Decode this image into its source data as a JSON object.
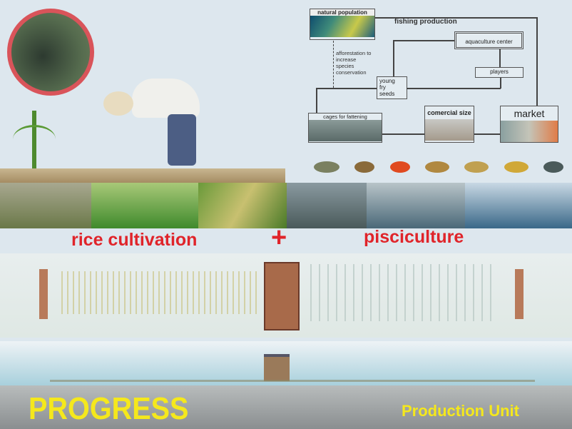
{
  "diagram": {
    "natural_population": "natural population",
    "fishing_production": "fishing production",
    "aquaculture_center": "aquaculture center",
    "players": "players",
    "young_fry_seeds": [
      "young",
      "fry",
      "seeds"
    ],
    "afforestation": [
      "afforestation to",
      "increase",
      "species",
      "conservation"
    ],
    "cages": "cages for fattening",
    "commercial_size": "comercial size",
    "market": "market"
  },
  "labels": {
    "rice": "rice cultivation",
    "plus": "+",
    "fish": "pisciculture"
  },
  "footer": {
    "title": "PROGRESS",
    "subtitle": "Production Unit"
  },
  "colors": {
    "red": "#e0242a",
    "yellow": "#f5e81c",
    "bg": "#dde7ee"
  }
}
